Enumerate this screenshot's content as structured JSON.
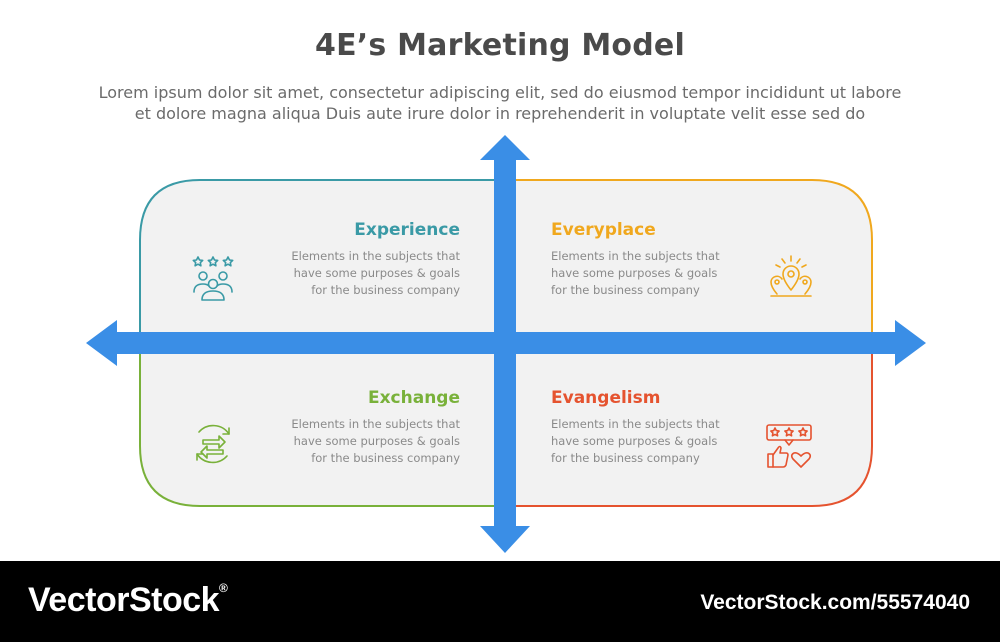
{
  "header": {
    "title": "4E’s Marketing Model",
    "subtitle_line1": "Lorem ipsum dolor sit amet, consectetur adipiscing elit, sed do eiusmod tempor incididunt ut labore",
    "subtitle_line2": "et dolore magna aliqua Duis aute irure dolor in reprehenderit in voluptate velit esse sed do"
  },
  "colors": {
    "experience": "#3a9aa6",
    "everyplace": "#f0a81e",
    "exchange": "#79b13a",
    "evangelism": "#e5532f",
    "arrow": "#3a8ee6",
    "panel": "#f2f2f2"
  },
  "quadrants": [
    {
      "title": "Experience",
      "line1": "Elements in the subjects that",
      "line2": "have  some purposes & goals",
      "line3": "for the  business company",
      "icon": "people-rating-icon"
    },
    {
      "title": "Everyplace",
      "line1": "Elements in the subjects that",
      "line2": "have  some purposes & goals",
      "line3": "for the  business company",
      "icon": "location-pins-icon"
    },
    {
      "title": "Exchange",
      "line1": "Elements in the subjects that",
      "line2": "have  some purposes & goals",
      "line3": "for the  business company",
      "icon": "exchange-cycle-icon"
    },
    {
      "title": "Evangelism",
      "line1": "Elements in the subjects that",
      "line2": "have  some purposes & goals",
      "line3": "for the  business company",
      "icon": "review-like-icon"
    }
  ],
  "footer": {
    "logo": "VectorStock",
    "logo_mark": "®",
    "stock_id": "VectorStock.com/55574040"
  }
}
